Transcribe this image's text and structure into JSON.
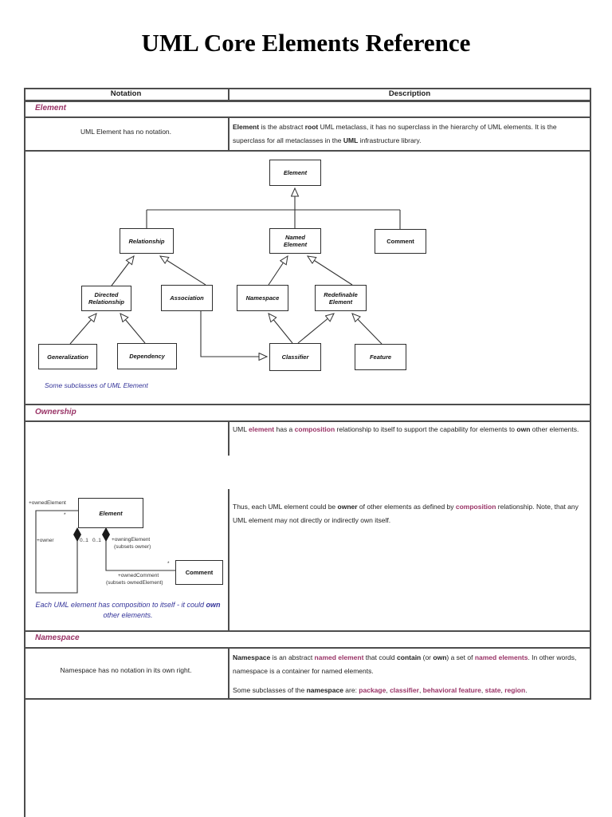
{
  "accent_color": "#993366",
  "caption_color": "#333399",
  "doc": {
    "title": "UML Core Elements Reference"
  },
  "table": {
    "header": {
      "notation": "Notation",
      "description": "Description"
    },
    "element_section": {
      "label": "Element",
      "notation": "UML Element has no notation.",
      "description": [
        {
          "t": "Element",
          "b": true
        },
        {
          "t": " is the abstract "
        },
        {
          "t": "root",
          "b": true
        },
        {
          "t": " UML metaclass, it has no superclass in the hierarchy of UML elements. It is the superclass for all metaclasses in the "
        },
        {
          "t": "UML",
          "b": true
        },
        {
          "t": " infrastructure library."
        }
      ],
      "caption": "Some subclasses of UML Element"
    },
    "ownership_section": {
      "label": "Ownership",
      "description": [
        {
          "t": "UML "
        },
        {
          "t": "element",
          "b": true,
          "c": "#993366"
        },
        {
          "t": " has a "
        },
        {
          "t": "composition",
          "b": true,
          "c": "#993366"
        },
        {
          "t": " relationship to itself to support the capability for elements to "
        },
        {
          "t": "own",
          "b": true
        },
        {
          "t": " other elements."
        }
      ],
      "description2": [
        {
          "t": "Thus, each UML element could be "
        },
        {
          "t": "owner",
          "b": true
        },
        {
          "t": " of other elements as defined by "
        },
        {
          "t": "composition",
          "b": true,
          "c": "#993366"
        },
        {
          "t": " relationship. Note, that any UML element may not directly or indirectly own itself."
        }
      ],
      "caption": [
        {
          "t": "Each UML element has composition to itself - it could "
        },
        {
          "t": "own",
          "b": true
        },
        {
          "t": " other elements."
        }
      ]
    },
    "namespace_section": {
      "label": "Namespace",
      "notation": "Namespace has no notation in its own right.",
      "description": [
        {
          "t": "Namespace",
          "b": true
        },
        {
          "t": " is an abstract "
        },
        {
          "t": "named element",
          "b": true,
          "c": "#993366"
        },
        {
          "t": " that could "
        },
        {
          "t": "contain",
          "b": true
        },
        {
          "t": " (or "
        },
        {
          "t": "own",
          "b": true
        },
        {
          "t": ") a set of "
        },
        {
          "t": "named elements",
          "b": true,
          "c": "#993366"
        },
        {
          "t": ". In other words, namespace is a container for named elements."
        }
      ],
      "subclasses_line": [
        {
          "t": "Some subclasses of the "
        },
        {
          "t": "namespace",
          "b": true
        },
        {
          "t": " are: "
        },
        {
          "t": "package",
          "b": true,
          "c": "#993366"
        },
        {
          "t": ", "
        },
        {
          "t": "classifier",
          "b": true,
          "c": "#993366"
        },
        {
          "t": ", "
        },
        {
          "t": "behavioral feature",
          "b": true,
          "c": "#993366"
        },
        {
          "t": ", "
        },
        {
          "t": "state",
          "b": true,
          "c": "#993366"
        },
        {
          "t": ", "
        },
        {
          "t": "region",
          "b": true,
          "c": "#993366"
        },
        {
          "t": "."
        }
      ]
    }
  },
  "class_diagram": {
    "boxes": {
      "element": "Element",
      "relationship": "Relationship",
      "named_element": "Named\nElement",
      "comment": "Comment",
      "directed_relationship": "Directed\nRelationship",
      "association": "Association",
      "namespace": "Namespace",
      "redefinable_element": "Redefinable\nElement",
      "generalization": "Generalization",
      "dependency": "Dependency",
      "classifier": "Classifier",
      "feature": "Feature"
    }
  },
  "ownership_diagram": {
    "boxes": {
      "element": "Element",
      "comment": "Comment"
    },
    "labels": {
      "owned_element": "+ownedElement",
      "star_owned": "*",
      "owner": "+owner",
      "mult_owner": "0..1",
      "mult_owning": "0..1",
      "owning_element": "+owningElement",
      "subsets_owner": "(subsets owner)",
      "star_comment": "*",
      "owned_comment": "+ownedComment",
      "subsets_owned_element": "(subsets ownedElement)"
    }
  }
}
